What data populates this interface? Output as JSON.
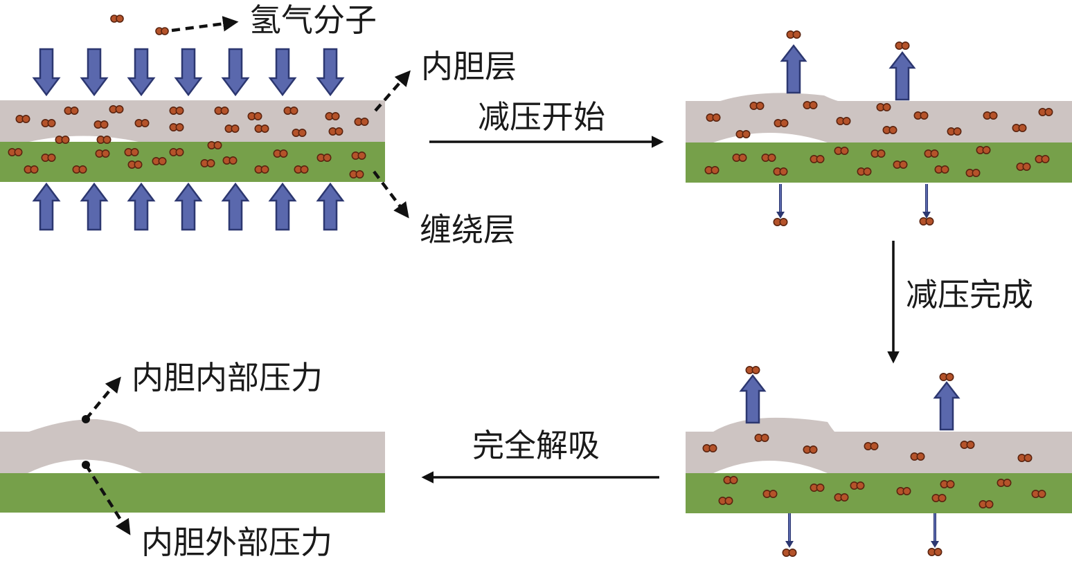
{
  "labels": {
    "hydrogen_molecule": "氢气分子",
    "liner_layer": "内胆层",
    "winding_layer": "缠绕层",
    "depressurize_start": "减压开始",
    "depressurize_complete": "减压完成",
    "full_desorption": "完全解吸",
    "liner_internal_pressure": "内胆内部压力",
    "liner_external_pressure": "内胆外部压力"
  },
  "colors": {
    "liner": "#cdc4c2",
    "winding": "#76a04a",
    "pressure_arrow": "#5a68ad",
    "hydrogen": "#b5532a"
  },
  "icons": {
    "hydrogen": "hydrogen-molecule-icon",
    "pressure_arrow": "block-arrow-icon"
  }
}
